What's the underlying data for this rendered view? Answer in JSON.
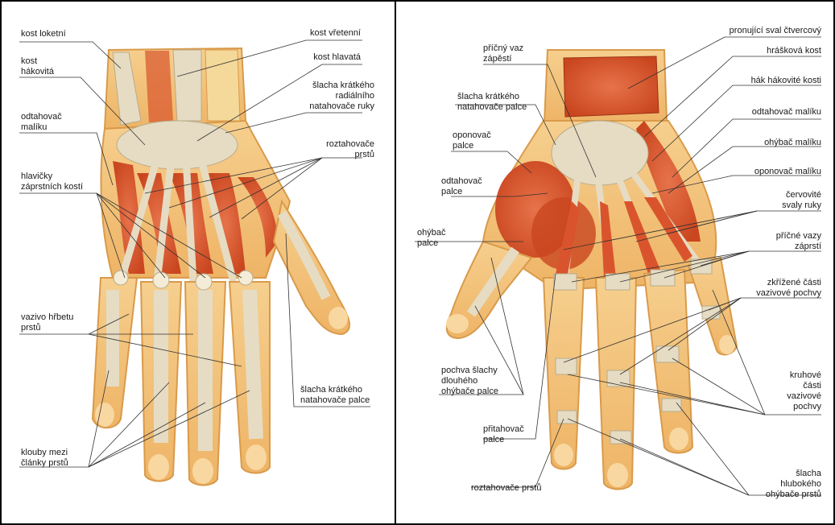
{
  "colors": {
    "skin": "#f2c37d",
    "skin_edge": "#d99a4a",
    "muscle": "#d9542c",
    "muscle_light": "#e98a5c",
    "tendon": "#e6dcc3",
    "tendon_shade": "#b8ab8d",
    "line": "#333333",
    "frame": "#000000"
  },
  "dorsal_view": {
    "labels": {
      "ulna": "kost loketní",
      "radius": "kost vřetenní",
      "hamate": "kost\nhákovitá",
      "capitate": "kost hlavatá",
      "ecrb": "šlacha krátkého\nradiálního\nnatahovače ruky",
      "adm": "odtahovač\nmalíku",
      "extensors": "roztahovače\nprstů",
      "mc_heads": "hlavičky\nzáprstních kostí",
      "dorsal_expansion": "vazivo hřbetu\nprstů",
      "epb": "šlacha krátkého\nnatahovače palce",
      "ip_joints": "klouby mezi\nčlánky prstů"
    }
  },
  "palmar_view": {
    "labels": {
      "pronator": "pronující sval čtvercový",
      "flexor_retinaculum": "příčný vaz\nzápěstí",
      "pisiform": "hrášková kost",
      "hamate_hook": "hák hákovité kosti",
      "epb": "šlacha krátkého\nnatahovače palce",
      "adm": "odtahovač malíku",
      "opponens_pollicis": "oponovač\npalce",
      "fdm": "ohýbač malíku",
      "apb": "odtahovač\npalce",
      "odm": "oponovač malíku",
      "lumbricals": "červovité\nsvaly ruky",
      "fpb": "ohýbač\npalce",
      "transverse_lig": "příčné vazy\nzáprstí",
      "cruciform": "zkřížené části\nvazivové pochvy",
      "fpl_sheath": "pochva šlachy\ndlouhého\nohýbače palce",
      "annular": "kruhové\nčásti\nvazivové\npochvy",
      "adductor_pollicis": "přitahovač\npalce",
      "fdp": "šlacha\nhlubokého\nohýbače prstů",
      "interossei": "roztahovače prstů"
    }
  }
}
